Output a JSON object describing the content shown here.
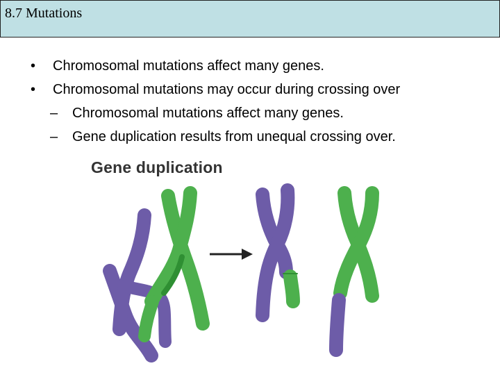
{
  "slide": {
    "title": "8.7 Mutations",
    "bullets": [
      {
        "mark": "•",
        "text": "Chromosomal mutations affect many genes."
      },
      {
        "mark": "•",
        "text": "Chromosomal mutations may occur during crossing over"
      }
    ],
    "sub_bullets": [
      {
        "mark": "–",
        "text": "Chromosomal mutations affect many genes."
      },
      {
        "mark": "–",
        "text": "Gene duplication results from unequal crossing over."
      }
    ]
  },
  "figure": {
    "title": "Gene duplication",
    "colors": {
      "purple": "#6d5ca8",
      "green": "#4db04d",
      "dark_green": "#2f8f33",
      "arrow": "#222222"
    }
  }
}
